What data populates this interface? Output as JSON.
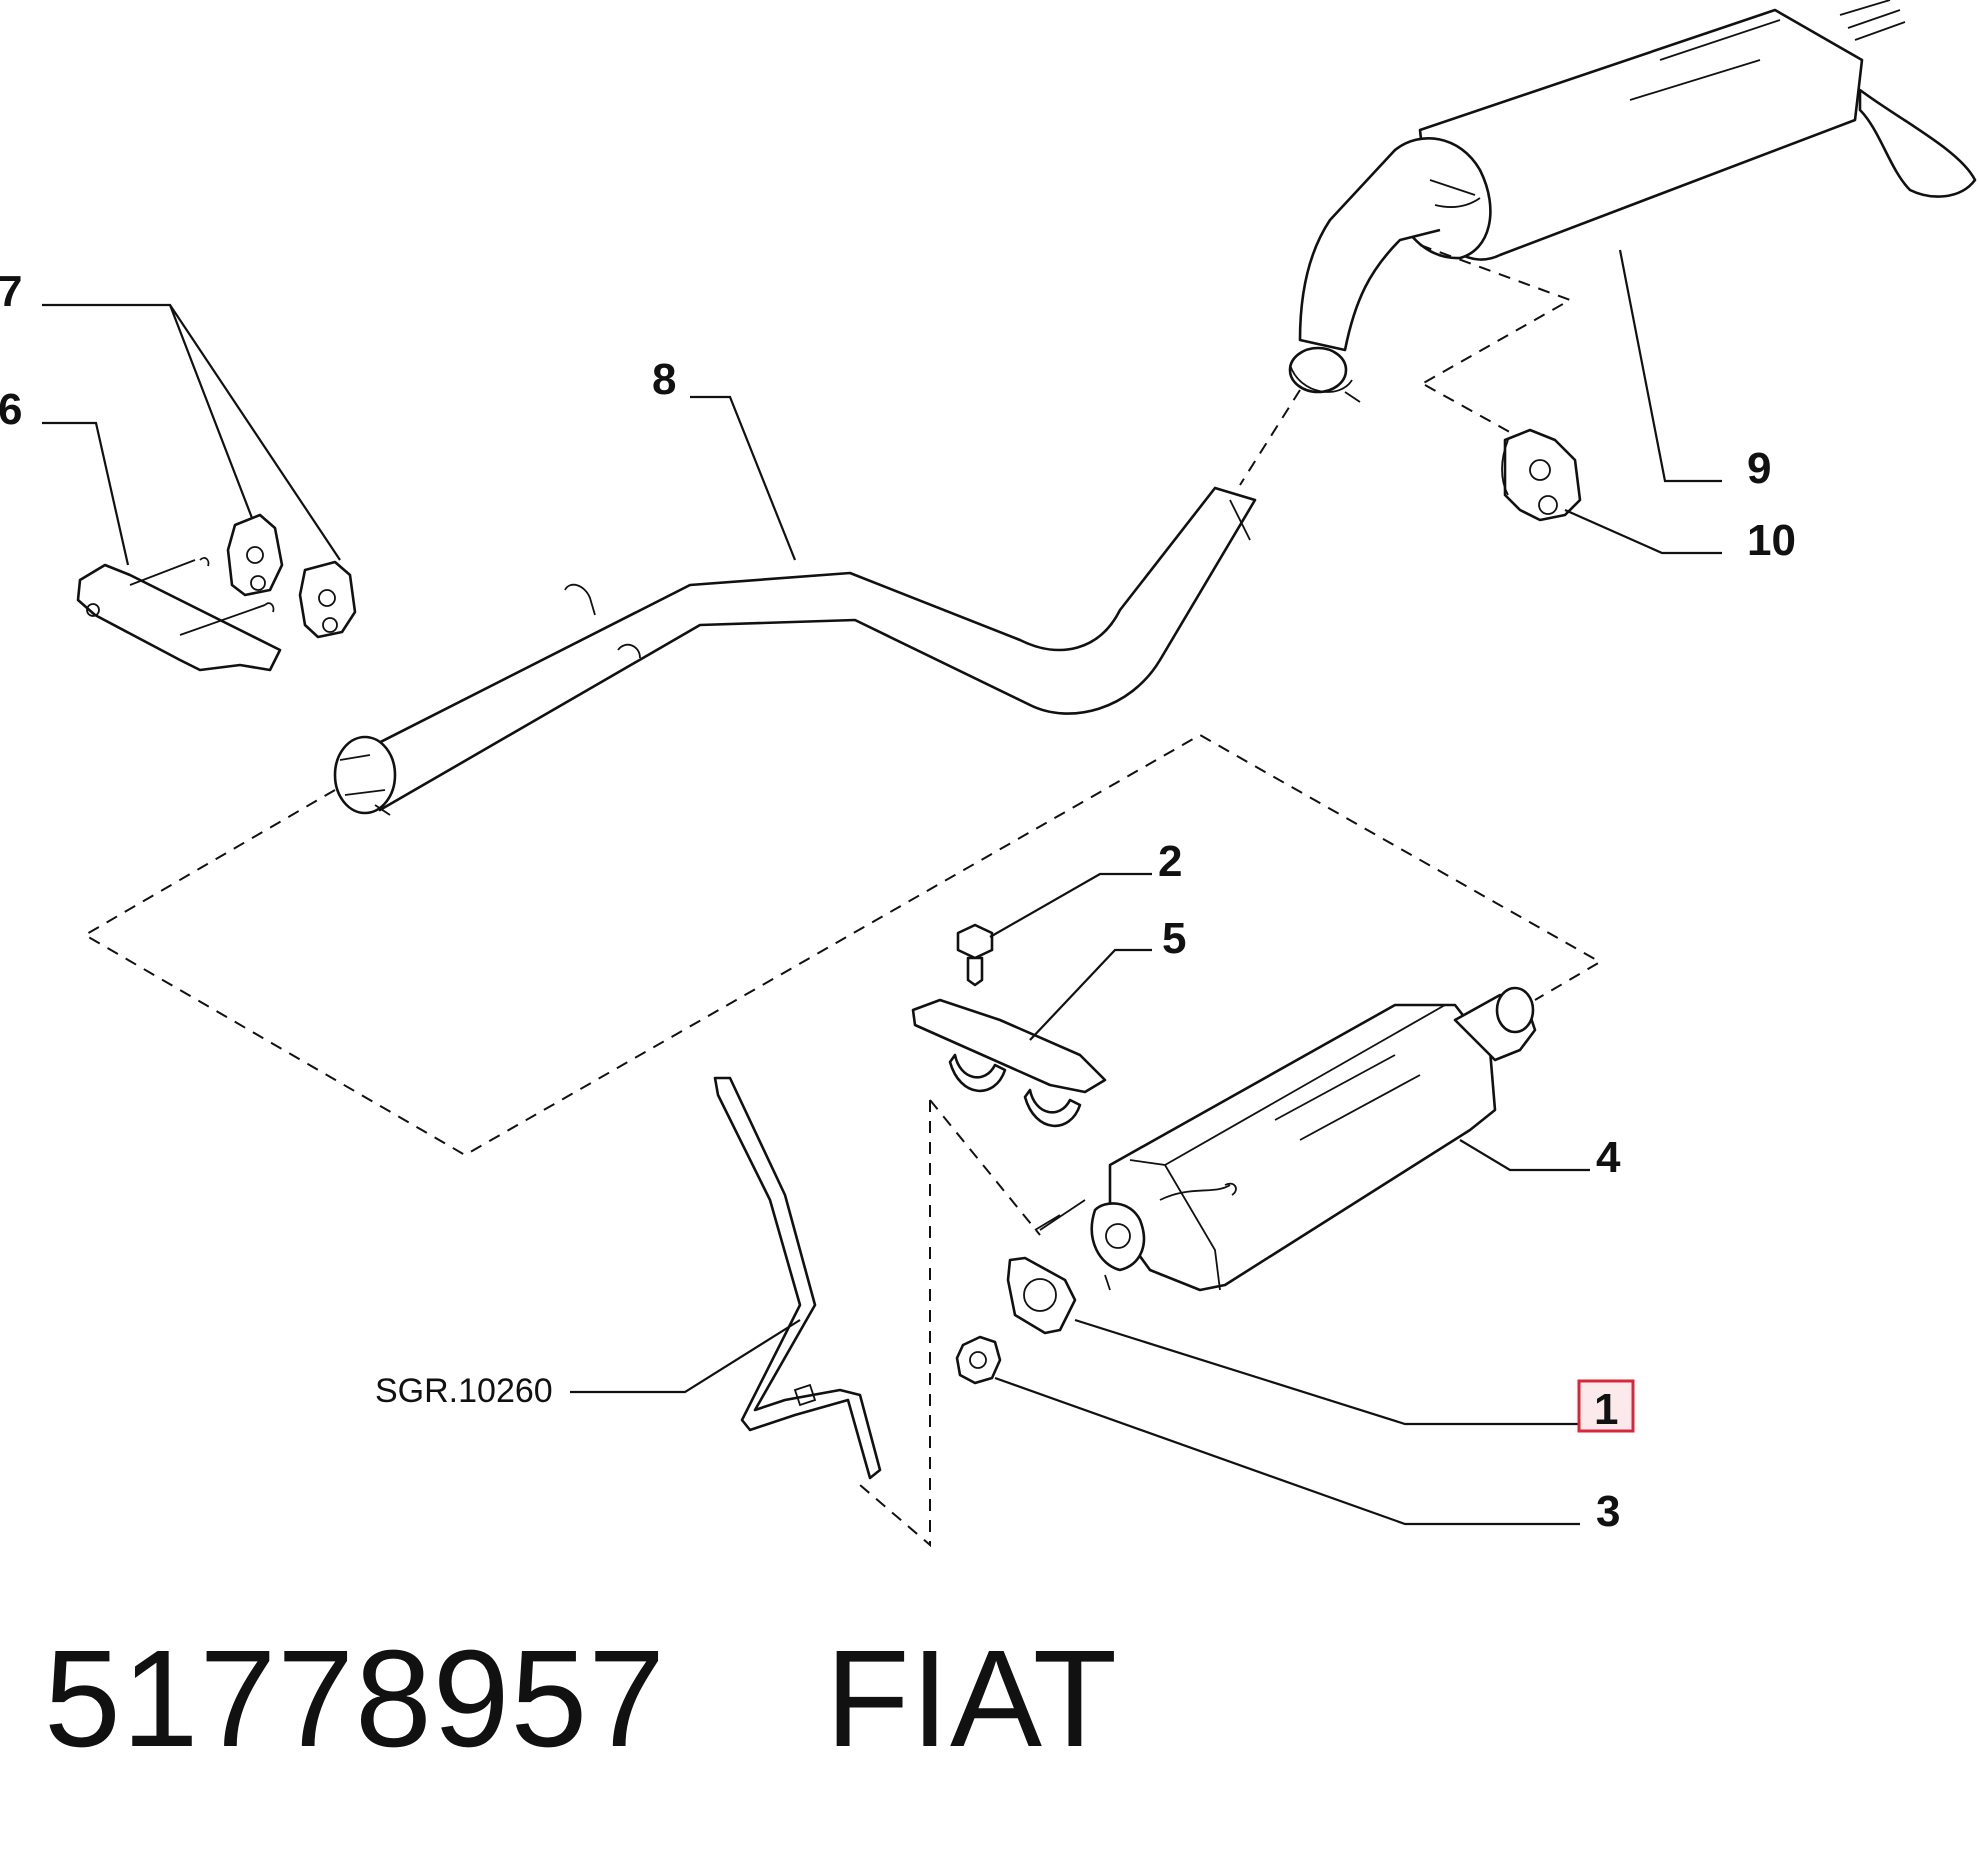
{
  "diagram": {
    "callouts": {
      "c1": "1",
      "c2": "2",
      "c3": "3",
      "c4": "4",
      "c5": "5",
      "c6": "6",
      "c7": "7",
      "c8": "8",
      "c9": "9",
      "c10": "10"
    },
    "reference_label": "SGR.10260",
    "highlighted_callout": "1",
    "highlight_color": "#d9263a"
  },
  "footer": {
    "part_number": "51778957",
    "brand": "FIAT"
  }
}
